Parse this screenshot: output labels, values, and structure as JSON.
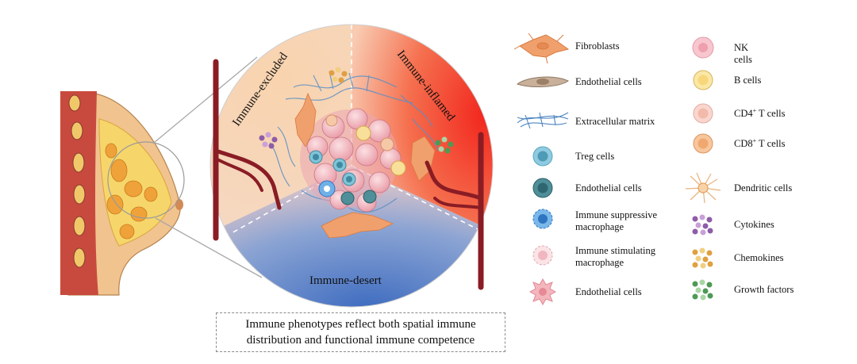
{
  "diagram": {
    "regions": {
      "excluded": "Immune-excluded",
      "inflamed": "Immune-inflamed",
      "desert": "Immune-desert"
    },
    "caption": {
      "line1": "Immune phenotypes reflect both spatial immune",
      "line2": "distribution and functional immune competence"
    }
  },
  "legend": {
    "col1": [
      {
        "label": "Fibroblasts",
        "icon": "fibroblast-icon"
      },
      {
        "label": "Endothelial cells",
        "icon": "endothelial-cell-icon"
      },
      {
        "label": "Extracellular matrix",
        "icon": "extracellular-matrix-icon"
      },
      {
        "label": "Treg cells",
        "icon": "treg-cell-icon"
      },
      {
        "label": "Endothelial cells",
        "icon": "endothelial-dark-cell-icon"
      },
      {
        "label": "Immune suppressive",
        "label2": "macrophage",
        "icon": "suppressive-macrophage-icon"
      },
      {
        "label": "Immune stimulating",
        "label2": "macrophage",
        "icon": "stimulating-macrophage-icon"
      },
      {
        "label": "Endothelial cells",
        "icon": "endothelial-spiky-cell-icon"
      }
    ],
    "col2": [
      {
        "label": "NK",
        "label2": "cells",
        "icon": "nk-cell-icon"
      },
      {
        "label": "B cells",
        "icon": "b-cell-icon"
      },
      {
        "label": "CD4",
        "sup": "+",
        "label_tail": " T cells",
        "icon": "cd4-t-cell-icon"
      },
      {
        "label": "CD8",
        "sup": "+",
        "label_tail": " T cells",
        "icon": "cd8-t-cell-icon"
      },
      {
        "label": "Dendritic cells",
        "icon": "dendritic-cell-icon"
      },
      {
        "label": "Cytokines",
        "icon": "cytokines-icon"
      },
      {
        "label": "Chemokines",
        "icon": "chemokines-icon"
      },
      {
        "label": "Growth factors",
        "icon": "growth-factors-icon"
      }
    ]
  },
  "colors": {
    "inflamed": "#f03a2c",
    "excluded": "#f6c9a0",
    "desert": "#4f78c2",
    "vessel": "#8a1c24",
    "fibroblast": "#f0a06c",
    "treg": "#7fc4d8",
    "endothelial_dark": "#3f7f8c"
  }
}
